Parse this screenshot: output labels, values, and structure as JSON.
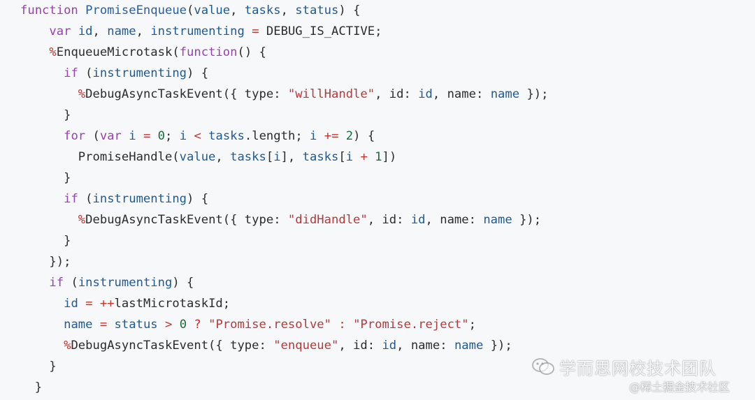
{
  "code_lines": [
    [
      [
        "kw",
        "function "
      ],
      [
        "fn",
        "PromiseEnqueue"
      ],
      [
        "pl",
        "("
      ],
      [
        "id",
        "value"
      ],
      [
        "pl",
        ", "
      ],
      [
        "id",
        "tasks"
      ],
      [
        "pl",
        ", "
      ],
      [
        "id",
        "status"
      ],
      [
        "pl",
        ") {"
      ]
    ],
    [
      [
        "pl",
        "    "
      ],
      [
        "kw",
        "var "
      ],
      [
        "id",
        "id"
      ],
      [
        "pl",
        ", "
      ],
      [
        "id",
        "name"
      ],
      [
        "pl",
        ", "
      ],
      [
        "id",
        "instrumenting"
      ],
      [
        "op",
        " = "
      ],
      [
        "pl",
        "DEBUG_IS_ACTIVE;"
      ]
    ],
    [
      [
        "pl",
        "    "
      ],
      [
        "op",
        "%"
      ],
      [
        "pl",
        "EnqueueMicrotask("
      ],
      [
        "kw",
        "function"
      ],
      [
        "pl",
        "() {"
      ]
    ],
    [
      [
        "pl",
        "      "
      ],
      [
        "kw",
        "if "
      ],
      [
        "pl",
        "("
      ],
      [
        "id",
        "instrumenting"
      ],
      [
        "pl",
        ") {"
      ]
    ],
    [
      [
        "pl",
        "        "
      ],
      [
        "op",
        "%"
      ],
      [
        "pl",
        "DebugAsyncTaskEvent({ type: "
      ],
      [
        "str",
        "\"willHandle\""
      ],
      [
        "pl",
        ", id: "
      ],
      [
        "id",
        "id"
      ],
      [
        "pl",
        ", name: "
      ],
      [
        "id",
        "name"
      ],
      [
        "pl",
        " });"
      ]
    ],
    [
      [
        "pl",
        "      }"
      ]
    ],
    [
      [
        "pl",
        "      "
      ],
      [
        "kw",
        "for "
      ],
      [
        "pl",
        "("
      ],
      [
        "kw",
        "var "
      ],
      [
        "id",
        "i"
      ],
      [
        "op",
        " = "
      ],
      [
        "num",
        "0"
      ],
      [
        "pl",
        "; "
      ],
      [
        "id",
        "i"
      ],
      [
        "op",
        " < "
      ],
      [
        "id",
        "tasks"
      ],
      [
        "pl",
        ".length; "
      ],
      [
        "id",
        "i"
      ],
      [
        "op",
        " += "
      ],
      [
        "num",
        "2"
      ],
      [
        "pl",
        ") {"
      ]
    ],
    [
      [
        "pl",
        "        PromiseHandle("
      ],
      [
        "id",
        "value"
      ],
      [
        "pl",
        ", "
      ],
      [
        "id",
        "tasks"
      ],
      [
        "pl",
        "["
      ],
      [
        "id",
        "i"
      ],
      [
        "pl",
        "], "
      ],
      [
        "id",
        "tasks"
      ],
      [
        "pl",
        "["
      ],
      [
        "id",
        "i"
      ],
      [
        "op",
        " + "
      ],
      [
        "num",
        "1"
      ],
      [
        "pl",
        "])"
      ]
    ],
    [
      [
        "pl",
        "      }"
      ]
    ],
    [
      [
        "pl",
        "      "
      ],
      [
        "kw",
        "if "
      ],
      [
        "pl",
        "("
      ],
      [
        "id",
        "instrumenting"
      ],
      [
        "pl",
        ") {"
      ]
    ],
    [
      [
        "pl",
        "        "
      ],
      [
        "op",
        "%"
      ],
      [
        "pl",
        "DebugAsyncTaskEvent({ type: "
      ],
      [
        "str",
        "\"didHandle\""
      ],
      [
        "pl",
        ", id: "
      ],
      [
        "id",
        "id"
      ],
      [
        "pl",
        ", name: "
      ],
      [
        "id",
        "name"
      ],
      [
        "pl",
        " });"
      ]
    ],
    [
      [
        "pl",
        "      }"
      ]
    ],
    [
      [
        "pl",
        "    });"
      ]
    ],
    [
      [
        "pl",
        "    "
      ],
      [
        "kw",
        "if "
      ],
      [
        "pl",
        "("
      ],
      [
        "id",
        "instrumenting"
      ],
      [
        "pl",
        ") {"
      ]
    ],
    [
      [
        "pl",
        "      "
      ],
      [
        "id",
        "id"
      ],
      [
        "op",
        " = ++"
      ],
      [
        "pl",
        "lastMicrotaskId;"
      ]
    ],
    [
      [
        "pl",
        "      "
      ],
      [
        "id",
        "name"
      ],
      [
        "op",
        " = "
      ],
      [
        "id",
        "status"
      ],
      [
        "op",
        " > "
      ],
      [
        "num",
        "0"
      ],
      [
        "op",
        " ? "
      ],
      [
        "str",
        "\"Promise.resolve\""
      ],
      [
        "op",
        " : "
      ],
      [
        "str",
        "\"Promise.reject\""
      ],
      [
        "pl",
        ";"
      ]
    ],
    [
      [
        "pl",
        "      "
      ],
      [
        "op",
        "%"
      ],
      [
        "pl",
        "DebugAsyncTaskEvent({ type: "
      ],
      [
        "str",
        "\"enqueue\""
      ],
      [
        "pl",
        ", id: "
      ],
      [
        "id",
        "id"
      ],
      [
        "pl",
        ", name: "
      ],
      [
        "id",
        "name"
      ],
      [
        "pl",
        " });"
      ]
    ],
    [
      [
        "pl",
        "    }"
      ]
    ],
    [
      [
        "pl",
        "  }"
      ]
    ]
  ],
  "watermark": {
    "line1": "学而思网校技术团队",
    "line2": "@稀土掘金技术社区"
  },
  "colors": {
    "background": "#f6f8fa",
    "keyword": "#9a3fb0",
    "identifier": "#1f5a92",
    "operator": "#c0342c",
    "string": "#b43a3a",
    "number": "#1a6b3a"
  }
}
